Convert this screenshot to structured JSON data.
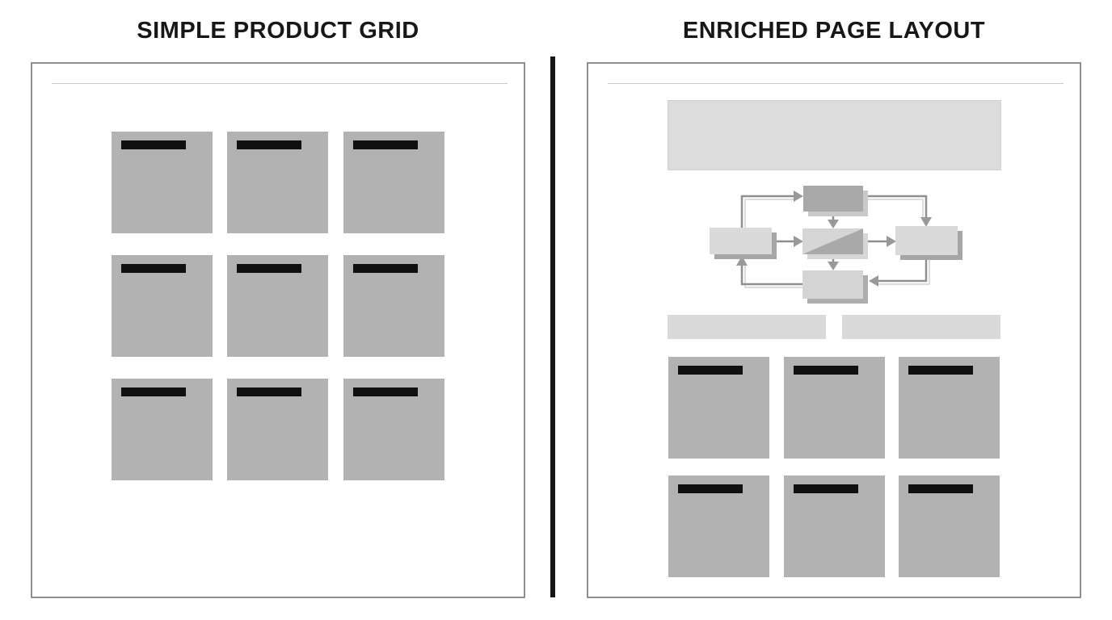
{
  "titles": {
    "left": "SIMPLE PRODUCT GRID",
    "right": "ENRICHED PAGE LAYOUT"
  },
  "left_panel": {
    "name": "simple-product-grid-wireframe",
    "grid": {
      "rows": 3,
      "cols": 3,
      "card_count": 9,
      "card_label_style": "black-bar"
    }
  },
  "right_panel": {
    "name": "enriched-page-layout-wireframe",
    "banner": {
      "name": "hero-banner-placeholder"
    },
    "flowchart": {
      "name": "process-loop-diagram",
      "nodes": [
        "top-node",
        "left-node",
        "center-node",
        "right-node",
        "bottom-node"
      ],
      "center_node_style": "diagonal-split",
      "flow": "circular-loop-with-center-cross-links"
    },
    "section_bars": {
      "count": 2
    },
    "grid": {
      "rows": 2,
      "cols": 3,
      "card_count": 6,
      "card_label_style": "black-bar"
    }
  },
  "colors": {
    "background": "#ffffff",
    "panel_border": "#8f8f8f",
    "divider": "#161616",
    "title_text": "#171717",
    "card_fill": "#b2b2b2",
    "card_bar": "#101010",
    "banner_fill": "#dcdcdc",
    "section_bar_fill": "#d9d9d9",
    "inner_rule": "#c9c9c9",
    "flow_box_light": "#d9d9d9",
    "flow_box_dark": "#a9a9a9",
    "flow_arrow": "#8f8f8f"
  }
}
